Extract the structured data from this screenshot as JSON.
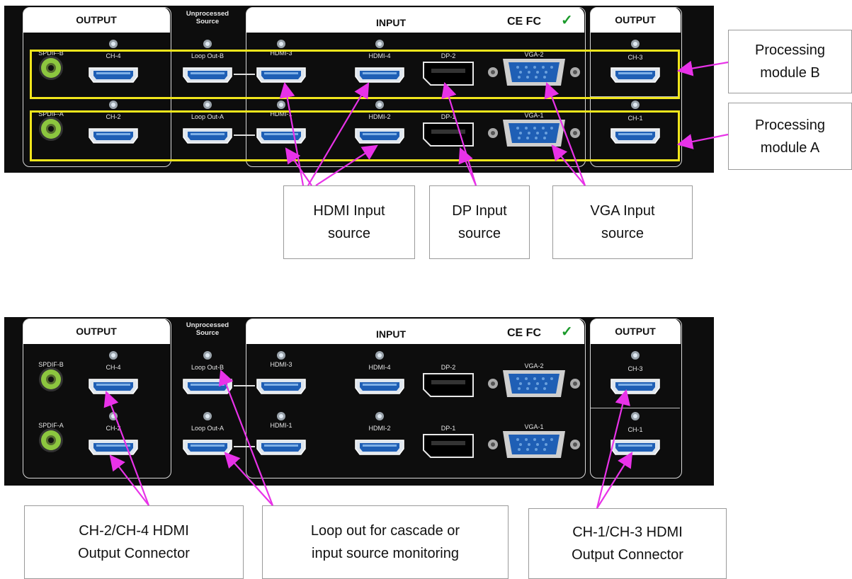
{
  "panel": {
    "output_left_title": "OUTPUT",
    "output_right_title": "OUTPUT",
    "input_title": "INPUT",
    "unprocessed_source": "Unprocessed\nSource",
    "certification_marks": "CE FC",
    "rohs_mark": "✓",
    "ports": {
      "spdif_b": "SPDIF-B",
      "spdif_a": "SPDIF-A",
      "ch4": "CH-4",
      "ch2": "CH-2",
      "ch3": "CH-3",
      "ch1": "CH-1",
      "loop_out_b": "Loop Out-B",
      "loop_out_a": "Loop Out-A",
      "hdmi3": "HDMI-3",
      "hdmi4": "HDMI-4",
      "hdmi1": "HDMI-1",
      "hdmi2": "HDMI-2",
      "dp2": "DP-2",
      "dp1": "DP-1",
      "vga2": "VGA-2",
      "vga1": "VGA-1"
    }
  },
  "callouts": {
    "processing_module_b": "Processing\nmodule B",
    "processing_module_a": "Processing\nmodule A",
    "hdmi_input_source": "HDMI Input\nsource",
    "dp_input_source": "DP Input\nsource",
    "vga_input_source": "VGA Input\nsource",
    "ch2_ch4_output": "CH-2/CH-4 HDMI\nOutput Connector",
    "loop_out": "Loop out for cascade or\ninput source monitoring",
    "ch1_ch3_output": "CH-1/CH-3 HDMI\nOutput Connector"
  },
  "colors": {
    "panel_bg": "#0d0d0d",
    "highlight": "#f1e61c",
    "arrow": "#e832e8",
    "spdif": "#8cc63f",
    "port_blue": "#1f5fb5"
  }
}
